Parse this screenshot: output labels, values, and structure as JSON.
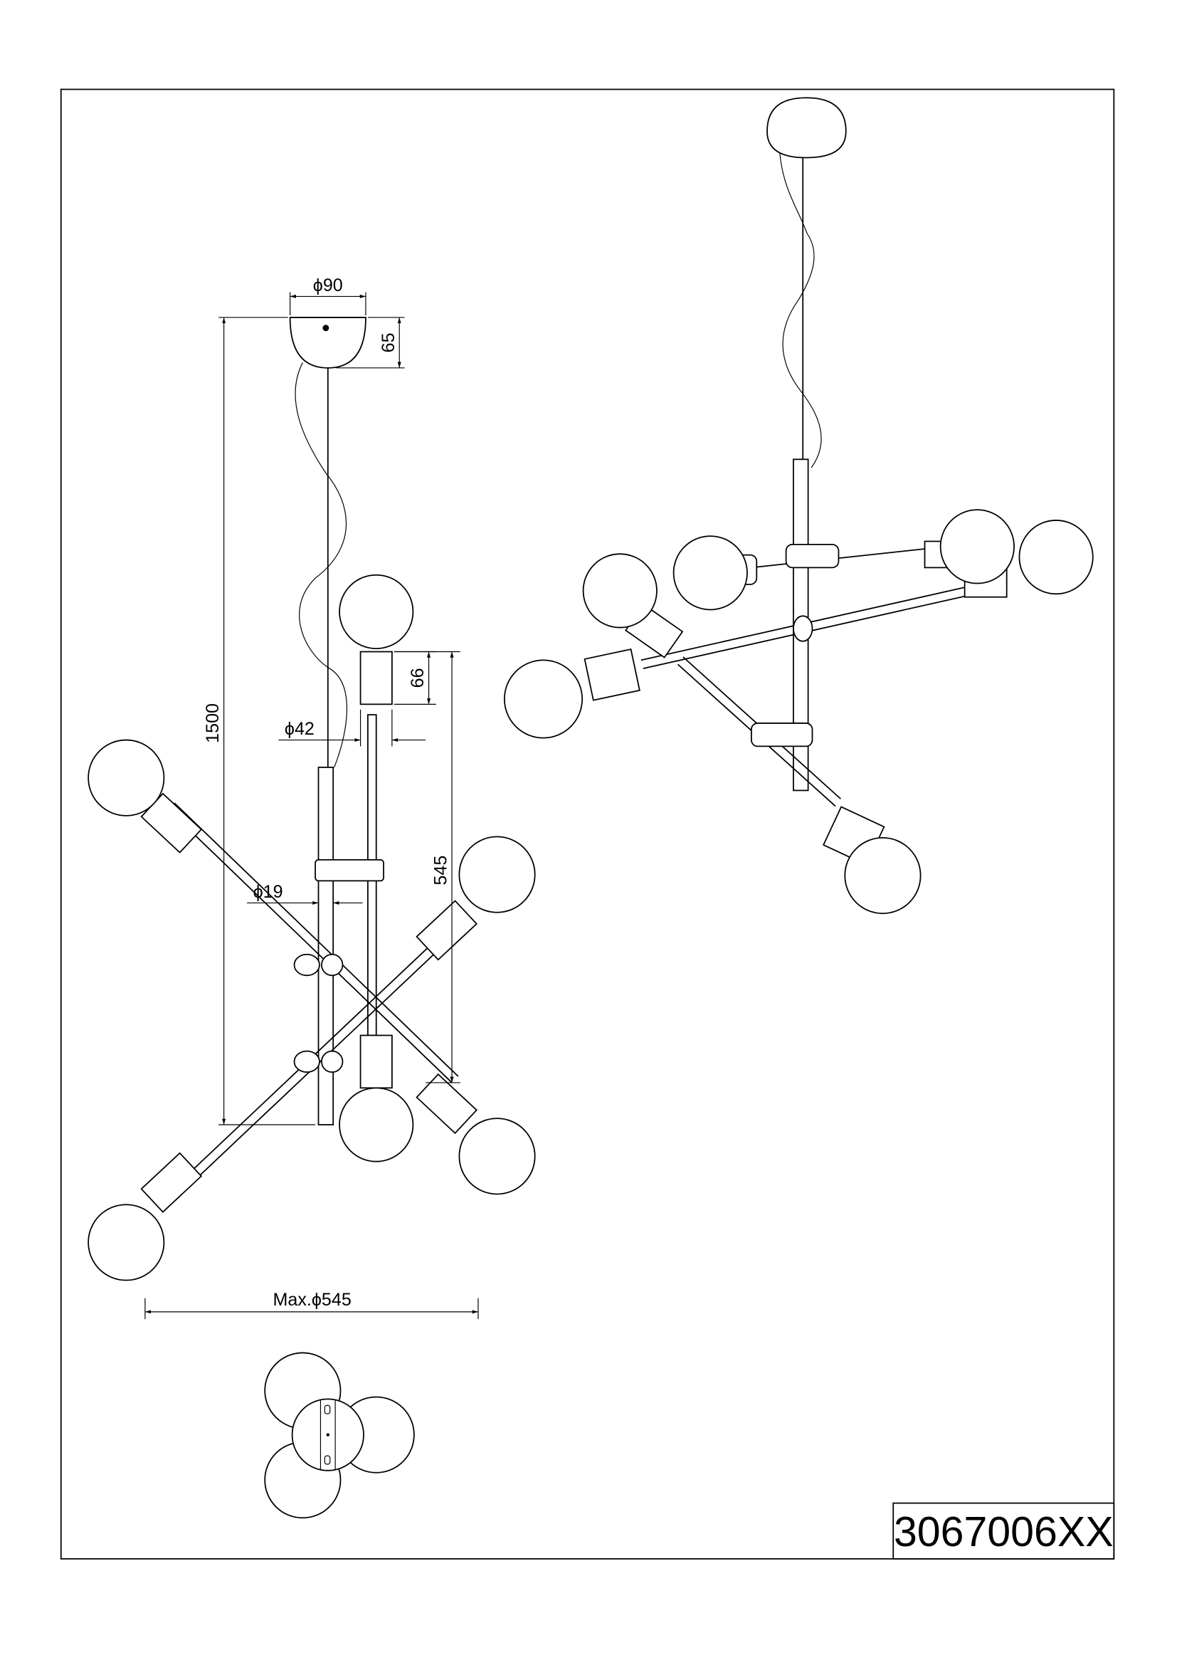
{
  "drawing": {
    "product_code": "3067006XX",
    "dimensions": {
      "canopy_diameter": "ϕ90",
      "canopy_height": "65",
      "total_height": "1500",
      "socket_height": "66",
      "socket_diameter": "ϕ42",
      "rod_spacing": "545",
      "tube_diameter": "ϕ19",
      "max_diameter": "Max.ϕ545"
    }
  }
}
